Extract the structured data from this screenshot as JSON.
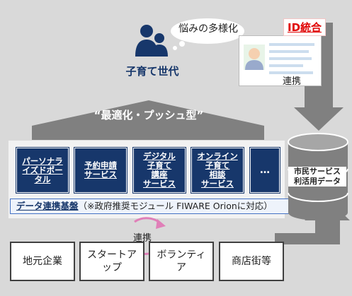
{
  "worry_label": "悩みの多様化",
  "parent_generation": "子育て世代",
  "id_integration": "ID統合",
  "renkei_right": "連携",
  "optimize_label": "“最適化・プッシュ型”",
  "services": [
    {
      "label": "パーソナラ\nイズドポー\nタル"
    },
    {
      "label": "予約申請\nサービス"
    },
    {
      "label": "デジタル\n子育て\n講座\nサービス"
    },
    {
      "label": "オンライン\n子育て\n相談\nサービス"
    },
    {
      "label": "…"
    }
  ],
  "platform": {
    "main": "データ連携基盤",
    "note": "（※政府推奨モジュール FIWARE Orionに対応）"
  },
  "renkei_bottom": "連携",
  "stakeholders": [
    {
      "label": "地元企業"
    },
    {
      "label": "スタートア\nップ"
    },
    {
      "label": "ボランティ\nア"
    },
    {
      "label": "商店街等"
    }
  ],
  "database_label": "市民サービス\n利活用データ",
  "colors": {
    "navy": "#17376b",
    "gray_arrow": "#808080",
    "red": "#e00000",
    "link_arrow": "#e07fb8"
  }
}
